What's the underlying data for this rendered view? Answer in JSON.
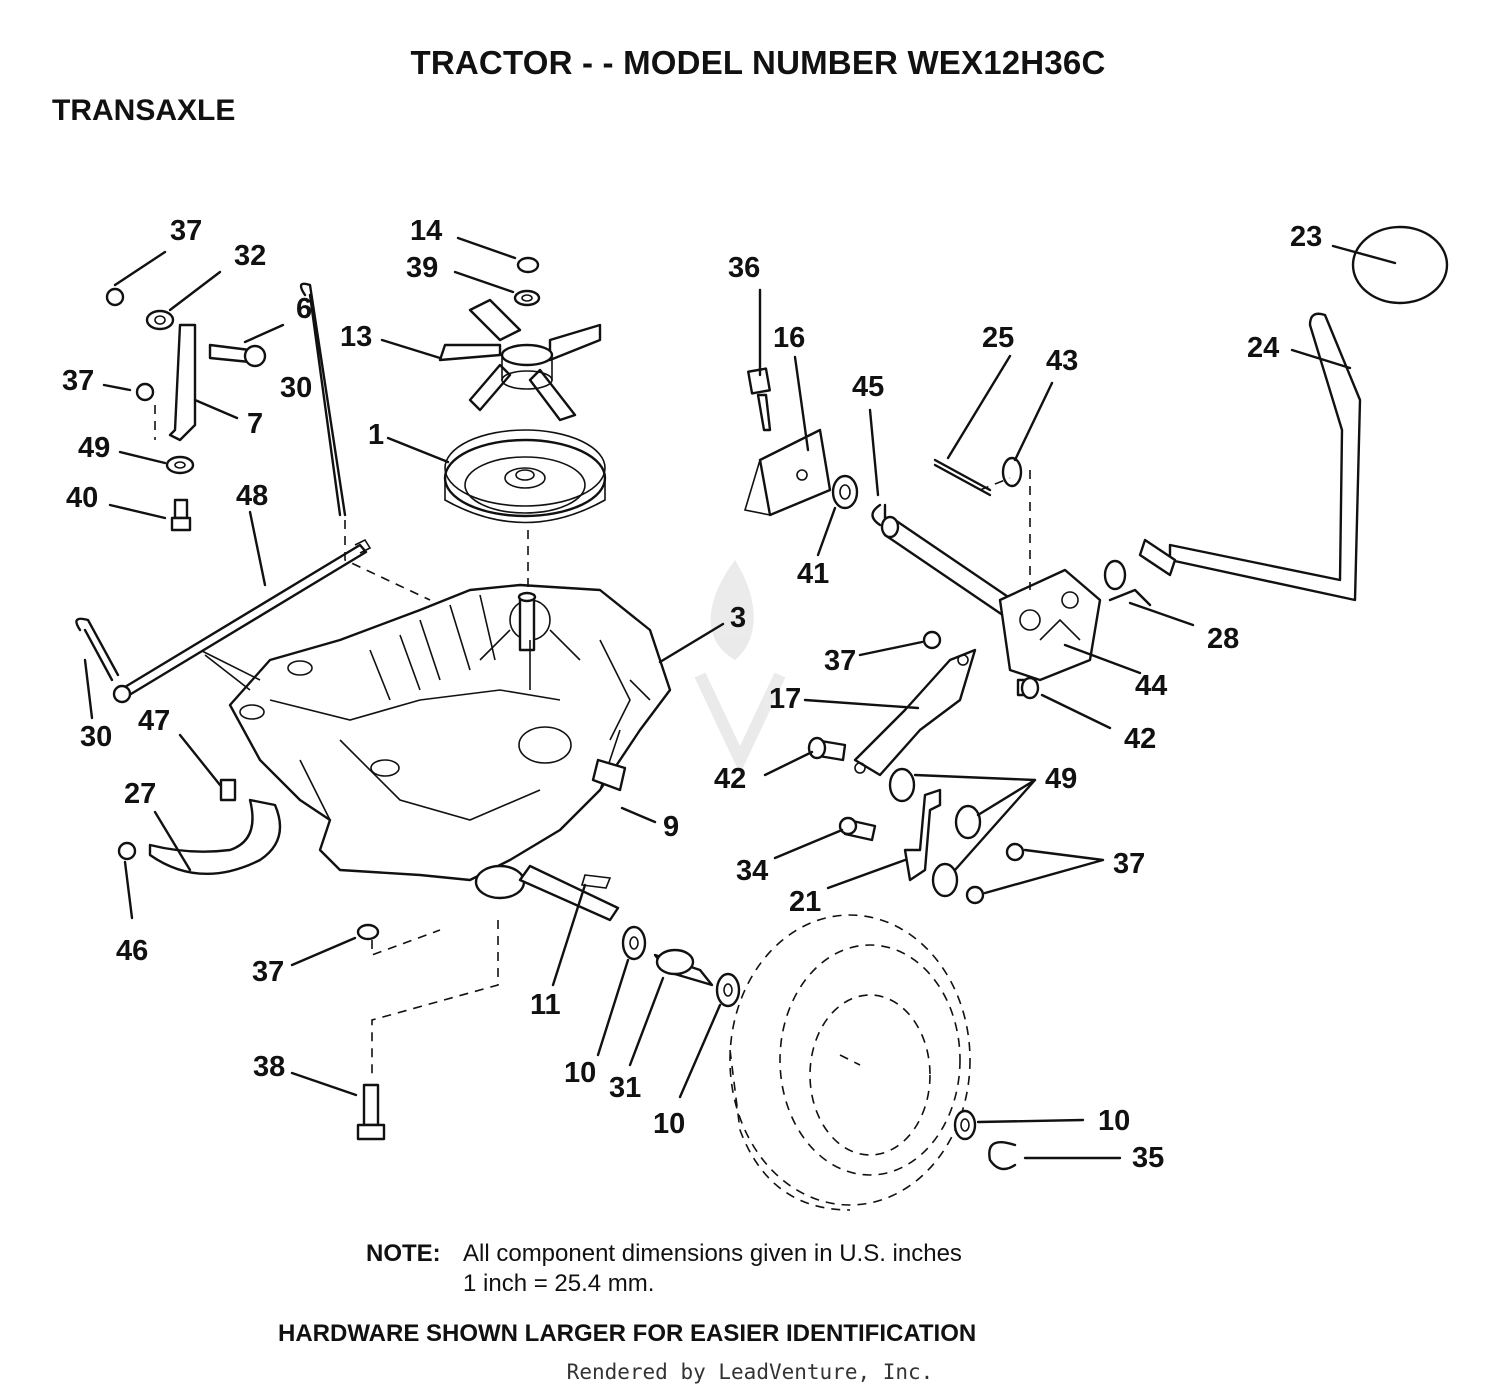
{
  "header": {
    "title": "TRACTOR - - MODEL NUMBER WEX12H36C",
    "section": "TRANSAXLE"
  },
  "parts": [
    {
      "num": "37"
    },
    {
      "num": "32"
    },
    {
      "num": "6"
    },
    {
      "num": "37"
    },
    {
      "num": "7"
    },
    {
      "num": "49"
    },
    {
      "num": "40"
    },
    {
      "num": "30"
    },
    {
      "num": "48"
    },
    {
      "num": "30"
    },
    {
      "num": "47"
    },
    {
      "num": "27"
    },
    {
      "num": "46"
    },
    {
      "num": "14"
    },
    {
      "num": "39"
    },
    {
      "num": "13"
    },
    {
      "num": "1"
    },
    {
      "num": "3"
    },
    {
      "num": "9"
    },
    {
      "num": "37"
    },
    {
      "num": "11"
    },
    {
      "num": "38"
    },
    {
      "num": "10"
    },
    {
      "num": "31"
    },
    {
      "num": "10"
    },
    {
      "num": "36"
    },
    {
      "num": "16"
    },
    {
      "num": "45"
    },
    {
      "num": "41"
    },
    {
      "num": "25"
    },
    {
      "num": "43"
    },
    {
      "num": "23"
    },
    {
      "num": "24"
    },
    {
      "num": "28"
    },
    {
      "num": "44"
    },
    {
      "num": "37"
    },
    {
      "num": "17"
    },
    {
      "num": "42"
    },
    {
      "num": "42"
    },
    {
      "num": "49"
    },
    {
      "num": "37"
    },
    {
      "num": "34"
    },
    {
      "num": "21"
    },
    {
      "num": "10"
    },
    {
      "num": "35"
    }
  ],
  "note": {
    "label": "NOTE:",
    "line1": "All component dimensions given in U.S. inches",
    "line2": "1 inch = 25.4 mm."
  },
  "footer": {
    "hardware": "HARDWARE SHOWN LARGER FOR EASIER IDENTIFICATION",
    "credit": "Rendered by LeadVenture, Inc."
  }
}
